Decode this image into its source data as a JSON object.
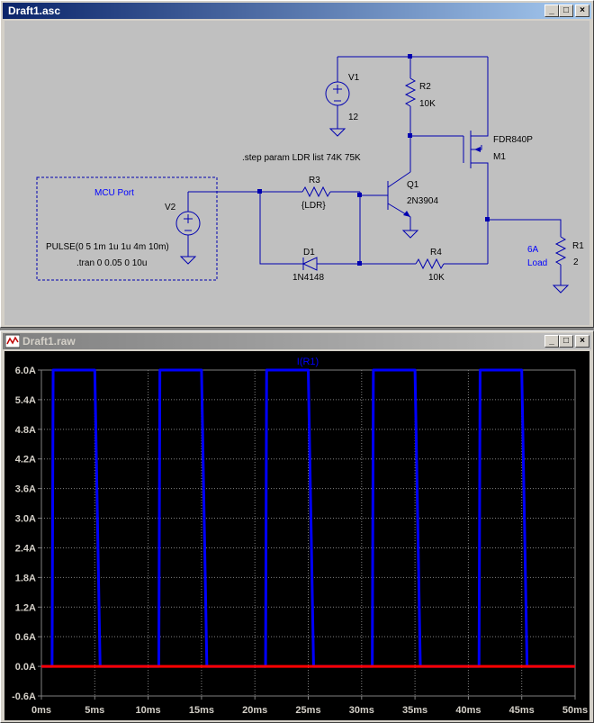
{
  "schematic_window": {
    "title": "Draft1.asc",
    "labels": {
      "v1": "V1",
      "v1_val": "12",
      "r2": "R2",
      "r2_val": "10K",
      "m1_part": "FDR840P",
      "m1": "M1",
      "step": ".step param LDR list 74K 75K",
      "q1": "Q1",
      "q1_part": "2N3904",
      "r3": "R3",
      "r3_val": "{LDR}",
      "mcu": "MCU Port",
      "v2": "V2",
      "pulse": "PULSE(0 5 1m 1u 1u 4m 10m)",
      "tran": ".tran 0 0.05 0 10u",
      "d1": "D1",
      "d1_part": "1N4148",
      "r4": "R4",
      "r4_val": "10K",
      "load_current": "6A",
      "load": "Load",
      "r1": "R1",
      "r1_val": "2"
    }
  },
  "waveform_window": {
    "title": "Draft1.raw"
  },
  "chart_data": {
    "type": "line",
    "title": "I(R1)",
    "xlim": [
      0,
      50
    ],
    "ylim": [
      -0.6,
      6.0
    ],
    "x_ticks": [
      "0ms",
      "5ms",
      "10ms",
      "15ms",
      "20ms",
      "25ms",
      "30ms",
      "35ms",
      "40ms",
      "45ms",
      "50ms"
    ],
    "y_ticks": [
      "6.0A",
      "5.4A",
      "4.8A",
      "4.2A",
      "3.6A",
      "3.0A",
      "2.4A",
      "1.8A",
      "1.2A",
      "0.6A",
      "0.0A",
      "-0.6A"
    ],
    "grid": true,
    "series": [
      {
        "color": "#0000ff",
        "x": [
          0,
          1,
          1.1,
          5,
          5.5,
          11,
          11.1,
          15,
          15.5,
          21,
          21.1,
          25,
          25.5,
          31,
          31.1,
          35,
          35.5,
          41,
          41.1,
          45,
          45.5,
          50
        ],
        "y": [
          0,
          0,
          6,
          6,
          0,
          0,
          6,
          6,
          0,
          0,
          6,
          6,
          0,
          0,
          6,
          6,
          0,
          0,
          6,
          6,
          0,
          0
        ]
      },
      {
        "color": "#ff0000",
        "x": [
          0,
          1,
          1.1,
          5,
          5.5,
          11,
          11.1,
          15,
          15.5,
          21,
          21.1,
          25,
          25.5,
          31,
          31.1,
          35,
          35.5,
          41,
          41.1,
          45,
          45.5,
          50
        ],
        "y": [
          0,
          0,
          0,
          0,
          0,
          0,
          0,
          0,
          0,
          0,
          0,
          0,
          0,
          0,
          0,
          0,
          0,
          0,
          0,
          0,
          0,
          0
        ]
      }
    ]
  }
}
